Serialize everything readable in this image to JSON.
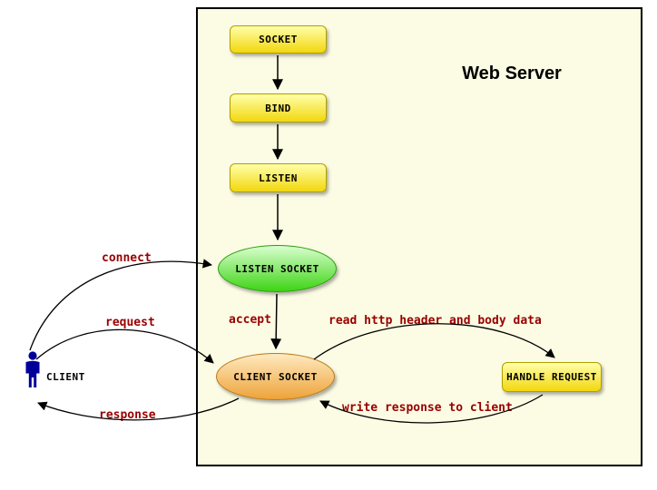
{
  "title": "Web Server",
  "nodes": {
    "socket": {
      "label": "SOCKET"
    },
    "bind": {
      "label": "BIND"
    },
    "listen": {
      "label": "LISTEN"
    },
    "listen_socket": {
      "label": "LISTEN SOCKET"
    },
    "client_socket": {
      "label": "CLIENT SOCKET"
    },
    "handle_request": {
      "label": "HANDLE REQUEST"
    }
  },
  "actor": {
    "label": "CLIENT",
    "icon": "person-icon"
  },
  "edge_labels": {
    "connect": "connect",
    "request": "request",
    "response": "response",
    "accept": "accept",
    "read_http": "read http header and body data",
    "write_response": "write response to client"
  },
  "colors": {
    "server_background": "#FCFCE4",
    "process_box_fill": "#F2D70E",
    "listen_socket_fill": "#3ED414",
    "client_socket_fill": "#EDA339",
    "edge_label_text": "#990000",
    "actor_icon": "#000099",
    "arrow": "#000000"
  }
}
